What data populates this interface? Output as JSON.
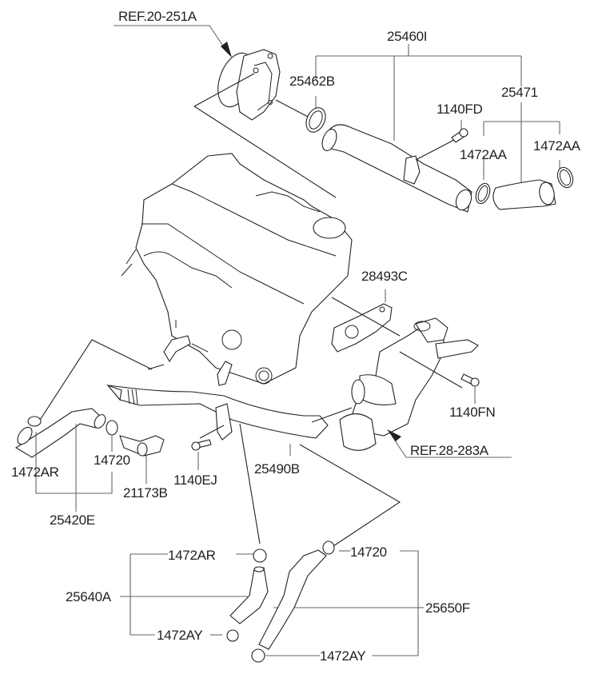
{
  "diagram": {
    "title": "Engine coolant pipe & hose assembly",
    "references": {
      "ref_turbo": "REF.20-251A",
      "ref_thermostat": "REF.28-283A"
    },
    "labels": {
      "p25460I": "25460I",
      "p25462B": "25462B",
      "p25471": "25471",
      "p1140FD": "1140FD",
      "p1472AA_a": "1472AA",
      "p1472AA_b": "1472AA",
      "p28493C": "28493C",
      "p1140FN": "1140FN",
      "p1472AR_left": "1472AR",
      "p14720_left": "14720",
      "p25420E": "25420E",
      "p21173B": "21173B",
      "p1140EJ": "1140EJ",
      "p25490B": "25490B",
      "p1472AR_bottom": "1472AR",
      "p14720_bottom": "14720",
      "p25640A": "25640A",
      "p25650F": "25650F",
      "p1472AY_left": "1472AY",
      "p1472AY_right": "1472AY"
    }
  }
}
